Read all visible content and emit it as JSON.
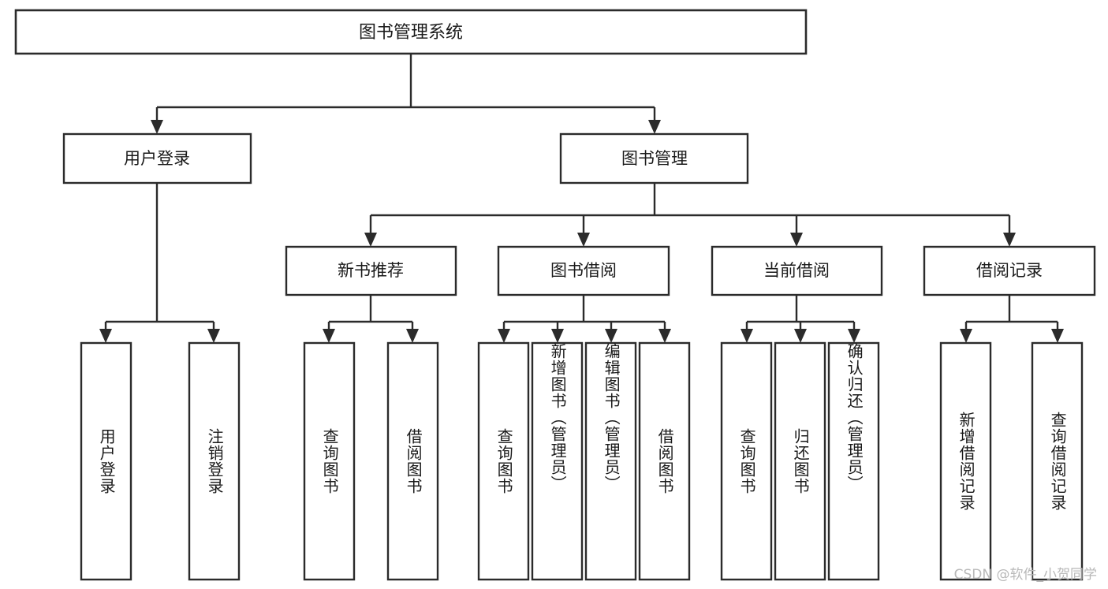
{
  "diagram": {
    "title": "图书管理系统",
    "watermark": "CSDN @软件_小贺同学",
    "colors": {
      "background": "#ffffff",
      "stroke": "#2b2b2b",
      "text": "#1a1a1a",
      "watermark": "#b8b8b8"
    },
    "root": {
      "label": "图书管理系统"
    },
    "level2": [
      {
        "label": "用户登录"
      },
      {
        "label": "图书管理"
      }
    ],
    "level3": [
      {
        "label": "新书推荐"
      },
      {
        "label": "图书借阅"
      },
      {
        "label": "当前借阅"
      },
      {
        "label": "借阅记录"
      }
    ],
    "leaves": {
      "user_login": [
        {
          "label": "用户登录"
        },
        {
          "label": "注销登录"
        }
      ],
      "new_book_recommend": [
        {
          "label": "查询图书"
        },
        {
          "label": "借阅图书"
        }
      ],
      "book_borrow": [
        {
          "label": "查询图书"
        },
        {
          "label": "新增图书（管理员）"
        },
        {
          "label": "编辑图书（管理员）"
        },
        {
          "label": "借阅图书"
        }
      ],
      "current_borrow": [
        {
          "label": "查询图书"
        },
        {
          "label": "归还图书"
        },
        {
          "label": "确认归还（管理员）"
        }
      ],
      "borrow_record": [
        {
          "label": "新增借阅记录"
        },
        {
          "label": "查询借阅记录"
        }
      ]
    }
  },
  "chart_data": {
    "type": "diagram",
    "title": "图书管理系统",
    "layout": "top-down tree / functional structure chart",
    "nodes": [
      {
        "id": "root",
        "label": "图书管理系统",
        "level": 0,
        "parent": null
      },
      {
        "id": "n-user-login",
        "label": "用户登录",
        "level": 1,
        "parent": "root"
      },
      {
        "id": "n-book-mgmt",
        "label": "图书管理",
        "level": 1,
        "parent": "root"
      },
      {
        "id": "n-new-book",
        "label": "新书推荐",
        "level": 2,
        "parent": "n-book-mgmt"
      },
      {
        "id": "n-book-borrow",
        "label": "图书借阅",
        "level": 2,
        "parent": "n-book-mgmt"
      },
      {
        "id": "n-current-borrow",
        "label": "当前借阅",
        "level": 2,
        "parent": "n-book-mgmt"
      },
      {
        "id": "n-borrow-record",
        "label": "借阅记录",
        "level": 2,
        "parent": "n-book-mgmt"
      },
      {
        "id": "l-login",
        "label": "用户登录",
        "level": 2,
        "parent": "n-user-login"
      },
      {
        "id": "l-logout",
        "label": "注销登录",
        "level": 2,
        "parent": "n-user-login"
      },
      {
        "id": "l-nb-query",
        "label": "查询图书",
        "level": 3,
        "parent": "n-new-book"
      },
      {
        "id": "l-nb-borrow",
        "label": "借阅图书",
        "level": 3,
        "parent": "n-new-book"
      },
      {
        "id": "l-bb-query",
        "label": "查询图书",
        "level": 3,
        "parent": "n-book-borrow"
      },
      {
        "id": "l-bb-add",
        "label": "新增图书（管理员）",
        "level": 3,
        "parent": "n-book-borrow"
      },
      {
        "id": "l-bb-edit",
        "label": "编辑图书（管理员）",
        "level": 3,
        "parent": "n-book-borrow"
      },
      {
        "id": "l-bb-borrow",
        "label": "借阅图书",
        "level": 3,
        "parent": "n-book-borrow"
      },
      {
        "id": "l-cb-query",
        "label": "查询图书",
        "level": 3,
        "parent": "n-current-borrow"
      },
      {
        "id": "l-cb-return",
        "label": "归还图书",
        "level": 3,
        "parent": "n-current-borrow"
      },
      {
        "id": "l-cb-confirm",
        "label": "确认归还（管理员）",
        "level": 3,
        "parent": "n-current-borrow"
      },
      {
        "id": "l-br-add",
        "label": "新增借阅记录",
        "level": 3,
        "parent": "n-borrow-record"
      },
      {
        "id": "l-br-query",
        "label": "查询借阅记录",
        "level": 3,
        "parent": "n-borrow-record"
      }
    ],
    "edges": [
      {
        "from": "root",
        "to": "n-user-login"
      },
      {
        "from": "root",
        "to": "n-book-mgmt"
      },
      {
        "from": "n-user-login",
        "to": "l-login"
      },
      {
        "from": "n-user-login",
        "to": "l-logout"
      },
      {
        "from": "n-book-mgmt",
        "to": "n-new-book"
      },
      {
        "from": "n-book-mgmt",
        "to": "n-book-borrow"
      },
      {
        "from": "n-book-mgmt",
        "to": "n-current-borrow"
      },
      {
        "from": "n-book-mgmt",
        "to": "n-borrow-record"
      },
      {
        "from": "n-new-book",
        "to": "l-nb-query"
      },
      {
        "from": "n-new-book",
        "to": "l-nb-borrow"
      },
      {
        "from": "n-book-borrow",
        "to": "l-bb-query"
      },
      {
        "from": "n-book-borrow",
        "to": "l-bb-add"
      },
      {
        "from": "n-book-borrow",
        "to": "l-bb-edit"
      },
      {
        "from": "n-book-borrow",
        "to": "l-bb-borrow"
      },
      {
        "from": "n-current-borrow",
        "to": "l-cb-query"
      },
      {
        "from": "n-current-borrow",
        "to": "l-cb-return"
      },
      {
        "from": "n-current-borrow",
        "to": "l-cb-confirm"
      },
      {
        "from": "n-borrow-record",
        "to": "l-br-add"
      },
      {
        "from": "n-borrow-record",
        "to": "l-br-query"
      }
    ]
  }
}
